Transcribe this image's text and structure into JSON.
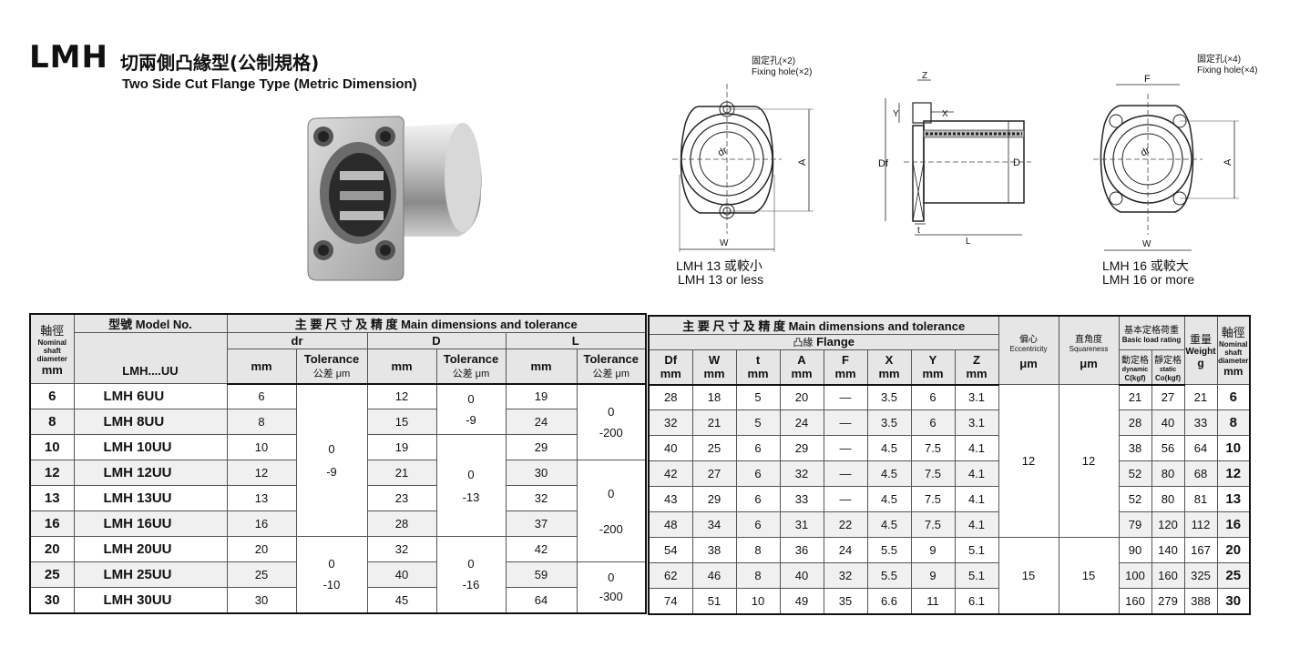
{
  "header": {
    "code": "LMH",
    "title_zh": "切兩側凸緣型(公制規格)",
    "title_en": "Two Side Cut Flange Type (Metric Dimension)"
  },
  "drawings": {
    "left": {
      "note_zh": "固定孔(×2)",
      "note_en": "Fixing hole(×2)",
      "caption_zh": "LMH 13 或較小",
      "caption_en": "LMH 13 or less",
      "labels": {
        "dr": "dr",
        "A": "A",
        "W": "W"
      }
    },
    "middle": {
      "labels": {
        "Z": "Z",
        "Y": "Y",
        "X": "X",
        "Df": "Df",
        "D": "D",
        "t": "t",
        "L": "L"
      }
    },
    "right": {
      "note_zh": "固定孔(×4)",
      "note_en": "Fixing hole(×4)",
      "caption_zh": "LMH 16 或較大",
      "caption_en": "LMH 16 or more",
      "labels": {
        "F": "F",
        "dr": "dr",
        "A": "A",
        "W": "W"
      }
    }
  },
  "table_left": {
    "h_shaft_zh": "軸徑",
    "h_shaft_en1": "Nominal",
    "h_shaft_en2": "shaft",
    "h_shaft_en3": "diameter",
    "h_shaft_unit": "mm",
    "h_model": "型號 Model No.",
    "h_model_sub": "LMH....UU",
    "h_main": "主 要 尺 寸 及 精 度  Main dimensions and tolerance",
    "h_dr": "dr",
    "h_D": "D",
    "h_L": "L",
    "h_mm": "mm",
    "h_tol": "Tolerance",
    "h_tol_zh": "公差 μm",
    "rows": [
      {
        "shaft": "6",
        "model": "LMH 6UU",
        "dr": "6",
        "D": "12",
        "L": "19"
      },
      {
        "shaft": "8",
        "model": "LMH 8UU",
        "dr": "8",
        "D": "15",
        "L": "24"
      },
      {
        "shaft": "10",
        "model": "LMH 10UU",
        "dr": "10",
        "D": "19",
        "L": "29"
      },
      {
        "shaft": "12",
        "model": "LMH 12UU",
        "dr": "12",
        "D": "21",
        "L": "30"
      },
      {
        "shaft": "13",
        "model": "LMH 13UU",
        "dr": "13",
        "D": "23",
        "L": "32"
      },
      {
        "shaft": "16",
        "model": "LMH 16UU",
        "dr": "16",
        "D": "28",
        "L": "37"
      },
      {
        "shaft": "20",
        "model": "LMH 20UU",
        "dr": "20",
        "D": "32",
        "L": "42"
      },
      {
        "shaft": "25",
        "model": "LMH 25UU",
        "dr": "25",
        "D": "40",
        "L": "59"
      },
      {
        "shaft": "30",
        "model": "LMH 30UU",
        "dr": "30",
        "D": "45",
        "L": "64"
      }
    ],
    "tol_dr": [
      {
        "a": "0",
        "b": "-9"
      },
      {
        "a": "0",
        "b": "-10"
      }
    ],
    "tol_D": [
      {
        "a": "0",
        "b": "-9"
      },
      {
        "a": "0",
        "b": "-13"
      },
      {
        "a": "0",
        "b": "-16"
      }
    ],
    "tol_L": [
      {
        "a": "0",
        "b": "-200"
      },
      {
        "a": "0",
        "b": "-200"
      },
      {
        "a": "0",
        "b": "-300"
      }
    ]
  },
  "table_right": {
    "h_main": "主 要 尺 寸 及 精 度  Main dimensions and tolerance",
    "h_flange_zh": "凸緣",
    "h_flange_en": "Flange",
    "h_ecc_zh": "偏心",
    "h_ecc_en": "Eccentricity",
    "h_sq_zh": "直角度",
    "h_sq_en": "Squareness",
    "h_um": "μm",
    "h_load_zh": "基本定格荷重",
    "h_load_en": "Basic load rating",
    "h_dyn_zh": "動定格",
    "h_dyn_en": "dynamic",
    "h_dyn_unit": "C(kgf)",
    "h_sta_zh": "靜定格",
    "h_sta_en": "static",
    "h_sta_unit": "Co(kgf)",
    "h_wt_zh": "重量",
    "h_wt_en": "Weight",
    "h_wt_unit": "g",
    "h_shaft_zh": "軸徑",
    "h_shaft_en1": "Nominal",
    "h_shaft_en2": "shaft",
    "h_shaft_en3": "diameter",
    "h_shaft_unit": "mm",
    "cols": [
      "Df",
      "W",
      "t",
      "A",
      "F",
      "X",
      "Y",
      "Z"
    ],
    "h_mm": "mm",
    "rows": [
      {
        "Df": "28",
        "W": "18",
        "t": "5",
        "A": "20",
        "F": "—",
        "X": "3.5",
        "Y": "6",
        "Z": "3.1",
        "C": "21",
        "Co": "27",
        "wt": "21",
        "shaft": "6"
      },
      {
        "Df": "32",
        "W": "21",
        "t": "5",
        "A": "24",
        "F": "—",
        "X": "3.5",
        "Y": "6",
        "Z": "3.1",
        "C": "28",
        "Co": "40",
        "wt": "33",
        "shaft": "8"
      },
      {
        "Df": "40",
        "W": "25",
        "t": "6",
        "A": "29",
        "F": "—",
        "X": "4.5",
        "Y": "7.5",
        "Z": "4.1",
        "C": "38",
        "Co": "56",
        "wt": "64",
        "shaft": "10"
      },
      {
        "Df": "42",
        "W": "27",
        "t": "6",
        "A": "32",
        "F": "—",
        "X": "4.5",
        "Y": "7.5",
        "Z": "4.1",
        "C": "52",
        "Co": "80",
        "wt": "68",
        "shaft": "12"
      },
      {
        "Df": "43",
        "W": "29",
        "t": "6",
        "A": "33",
        "F": "—",
        "X": "4.5",
        "Y": "7.5",
        "Z": "4.1",
        "C": "52",
        "Co": "80",
        "wt": "81",
        "shaft": "13"
      },
      {
        "Df": "48",
        "W": "34",
        "t": "6",
        "A": "31",
        "F": "22",
        "X": "4.5",
        "Y": "7.5",
        "Z": "4.1",
        "C": "79",
        "Co": "120",
        "wt": "112",
        "shaft": "16"
      },
      {
        "Df": "54",
        "W": "38",
        "t": "8",
        "A": "36",
        "F": "24",
        "X": "5.5",
        "Y": "9",
        "Z": "5.1",
        "C": "90",
        "Co": "140",
        "wt": "167",
        "shaft": "20"
      },
      {
        "Df": "62",
        "W": "46",
        "t": "8",
        "A": "40",
        "F": "32",
        "X": "5.5",
        "Y": "9",
        "Z": "5.1",
        "C": "100",
        "Co": "160",
        "wt": "325",
        "shaft": "25"
      },
      {
        "Df": "74",
        "W": "51",
        "t": "10",
        "A": "49",
        "F": "35",
        "X": "6.6",
        "Y": "11",
        "Z": "6.1",
        "C": "160",
        "Co": "279",
        "wt": "388",
        "shaft": "30"
      }
    ],
    "ecc": [
      "12",
      "15"
    ],
    "sq": [
      "12",
      "15"
    ]
  },
  "colors": {
    "border": "#111111",
    "header_bg": "#e6e6e6",
    "zebra_bg": "#f0f0f0"
  }
}
